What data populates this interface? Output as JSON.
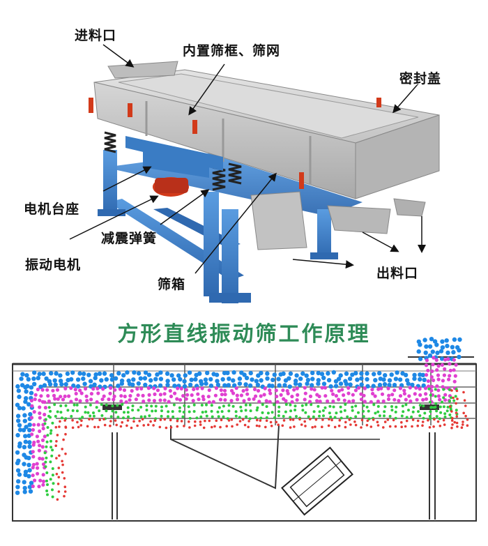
{
  "labels": {
    "feed_inlet": "进料口",
    "built_in_frame": "内置筛框、筛网",
    "sealing_cover": "密封盖",
    "motor_base": "电机台座",
    "damping_spring": "减震弹簧",
    "vibration_motor": "振动电机",
    "screen_box": "筛箱",
    "discharge_outlet": "出料口"
  },
  "diagram": {
    "title": "方形直线振动筛工作原理"
  },
  "colors": {
    "title": "#2e8b57",
    "frame_blue": "#3a7cc4",
    "box_gray": "#c9c9c9",
    "motor_red": "#d23a1a",
    "particle_blue": "#1e88e5",
    "particle_magenta": "#e040d0",
    "particle_green": "#2ecc40",
    "particle_red": "#e53935"
  }
}
